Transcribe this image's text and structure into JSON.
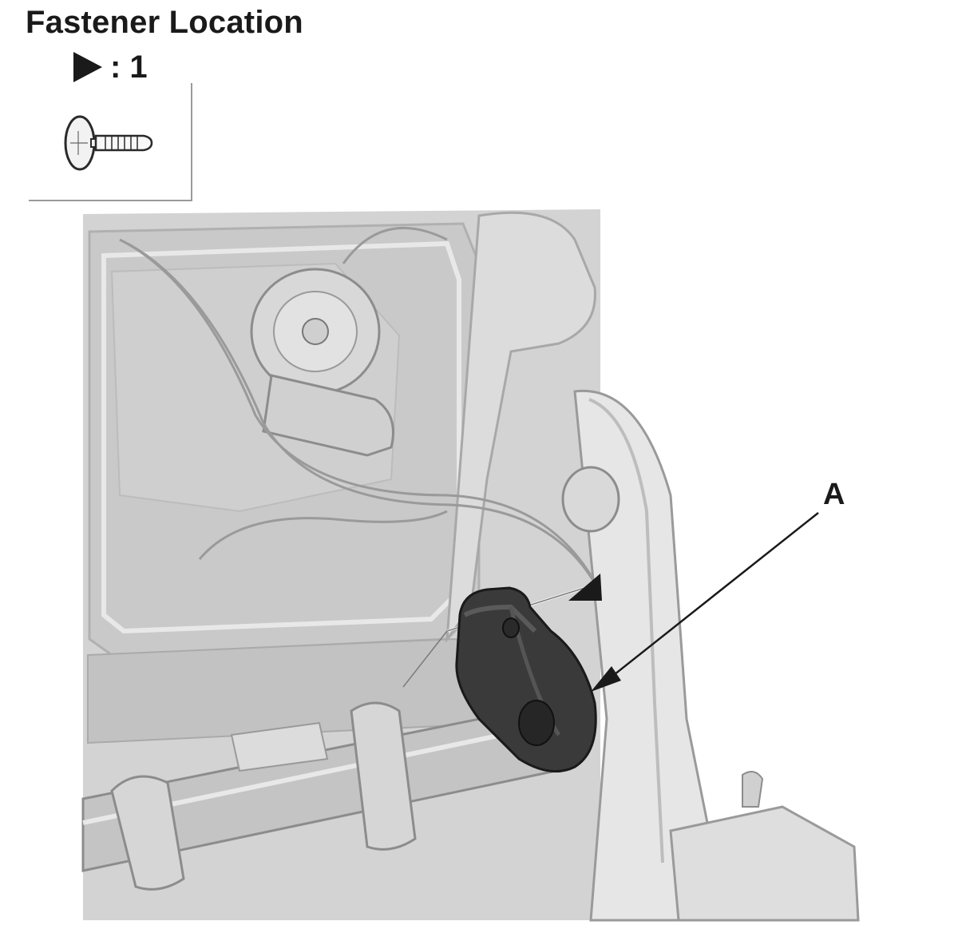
{
  "title": "Fastener Location",
  "legend": {
    "marker_icon": "triangle-marker-icon",
    "count_text": ": 1"
  },
  "fastener_icon": "screw-icon",
  "callouts": {
    "part_label": "A"
  },
  "colors": {
    "part_highlight": "#3a3a3a",
    "frame": "#d6d6d6",
    "line": "#1a1a1a"
  }
}
